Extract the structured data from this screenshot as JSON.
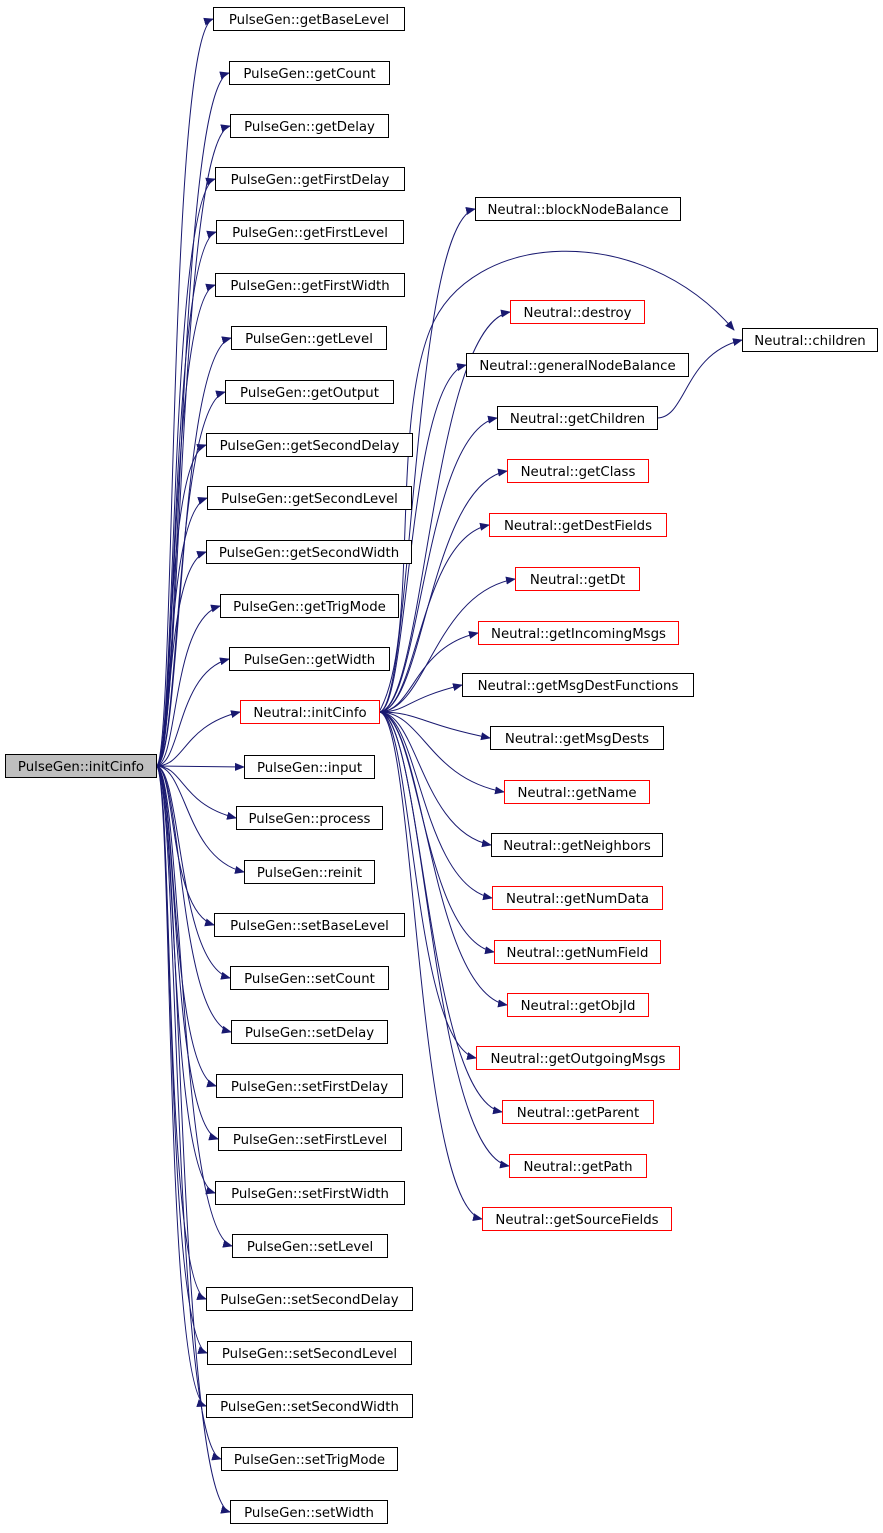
{
  "colors": {
    "edge": "#191970",
    "node_border_documented": "#000000",
    "node_border_undocumented": "#ff0000",
    "root_fill": "#bfbfbf",
    "node_fill": "#ffffff"
  },
  "root": {
    "id": "root",
    "label": "PulseGen::initCinfo"
  },
  "pulsegen_calls": [
    {
      "id": "pg0",
      "label": "PulseGen::getBaseLevel"
    },
    {
      "id": "pg1",
      "label": "PulseGen::getCount"
    },
    {
      "id": "pg2",
      "label": "PulseGen::getDelay"
    },
    {
      "id": "pg3",
      "label": "PulseGen::getFirstDelay"
    },
    {
      "id": "pg4",
      "label": "PulseGen::getFirstLevel"
    },
    {
      "id": "pg5",
      "label": "PulseGen::getFirstWidth"
    },
    {
      "id": "pg6",
      "label": "PulseGen::getLevel"
    },
    {
      "id": "pg7",
      "label": "PulseGen::getOutput"
    },
    {
      "id": "pg8",
      "label": "PulseGen::getSecondDelay"
    },
    {
      "id": "pg9",
      "label": "PulseGen::getSecondLevel"
    },
    {
      "id": "pg10",
      "label": "PulseGen::getSecondWidth"
    },
    {
      "id": "pg11",
      "label": "PulseGen::getTrigMode"
    },
    {
      "id": "pg12",
      "label": "PulseGen::getWidth"
    },
    {
      "id": "ninit",
      "label": "Neutral::initCinfo",
      "undocumented": true
    },
    {
      "id": "pg13",
      "label": "PulseGen::input"
    },
    {
      "id": "pg14",
      "label": "PulseGen::process"
    },
    {
      "id": "pg15",
      "label": "PulseGen::reinit"
    },
    {
      "id": "pg16",
      "label": "PulseGen::setBaseLevel"
    },
    {
      "id": "pg17",
      "label": "PulseGen::setCount"
    },
    {
      "id": "pg18",
      "label": "PulseGen::setDelay"
    },
    {
      "id": "pg19",
      "label": "PulseGen::setFirstDelay"
    },
    {
      "id": "pg20",
      "label": "PulseGen::setFirstLevel"
    },
    {
      "id": "pg21",
      "label": "PulseGen::setFirstWidth"
    },
    {
      "id": "pg22",
      "label": "PulseGen::setLevel"
    },
    {
      "id": "pg23",
      "label": "PulseGen::setSecondDelay"
    },
    {
      "id": "pg24",
      "label": "PulseGen::setSecondLevel"
    },
    {
      "id": "pg25",
      "label": "PulseGen::setSecondWidth"
    },
    {
      "id": "pg26",
      "label": "PulseGen::setTrigMode"
    },
    {
      "id": "pg27",
      "label": "PulseGen::setWidth"
    }
  ],
  "neutral_calls": [
    {
      "id": "n0",
      "label": "Neutral::blockNodeBalance"
    },
    {
      "id": "n1",
      "label": "Neutral::destroy",
      "undocumented": true
    },
    {
      "id": "n2",
      "label": "Neutral::generalNodeBalance"
    },
    {
      "id": "n3",
      "label": "Neutral::getChildren"
    },
    {
      "id": "n4",
      "label": "Neutral::getClass",
      "undocumented": true
    },
    {
      "id": "n5",
      "label": "Neutral::getDestFields",
      "undocumented": true
    },
    {
      "id": "n6",
      "label": "Neutral::getDt",
      "undocumented": true
    },
    {
      "id": "n7",
      "label": "Neutral::getIncomingMsgs",
      "undocumented": true
    },
    {
      "id": "n8",
      "label": "Neutral::getMsgDestFunctions"
    },
    {
      "id": "n9",
      "label": "Neutral::getMsgDests"
    },
    {
      "id": "n10",
      "label": "Neutral::getName",
      "undocumented": true
    },
    {
      "id": "n11",
      "label": "Neutral::getNeighbors"
    },
    {
      "id": "n12",
      "label": "Neutral::getNumData",
      "undocumented": true
    },
    {
      "id": "n13",
      "label": "Neutral::getNumField",
      "undocumented": true
    },
    {
      "id": "n14",
      "label": "Neutral::getObjId",
      "undocumented": true
    },
    {
      "id": "n15",
      "label": "Neutral::getOutgoingMsgs",
      "undocumented": true
    },
    {
      "id": "n16",
      "label": "Neutral::getParent",
      "undocumented": true
    },
    {
      "id": "n17",
      "label": "Neutral::getPath",
      "undocumented": true
    },
    {
      "id": "n18",
      "label": "Neutral::getSourceFields",
      "undocumented": true
    }
  ],
  "leaf_calls": [
    {
      "id": "nch",
      "label": "Neutral::children"
    }
  ],
  "extra_edges": [
    {
      "from": "ninit",
      "to": "nch"
    },
    {
      "from": "n3",
      "to": "nch"
    }
  ]
}
